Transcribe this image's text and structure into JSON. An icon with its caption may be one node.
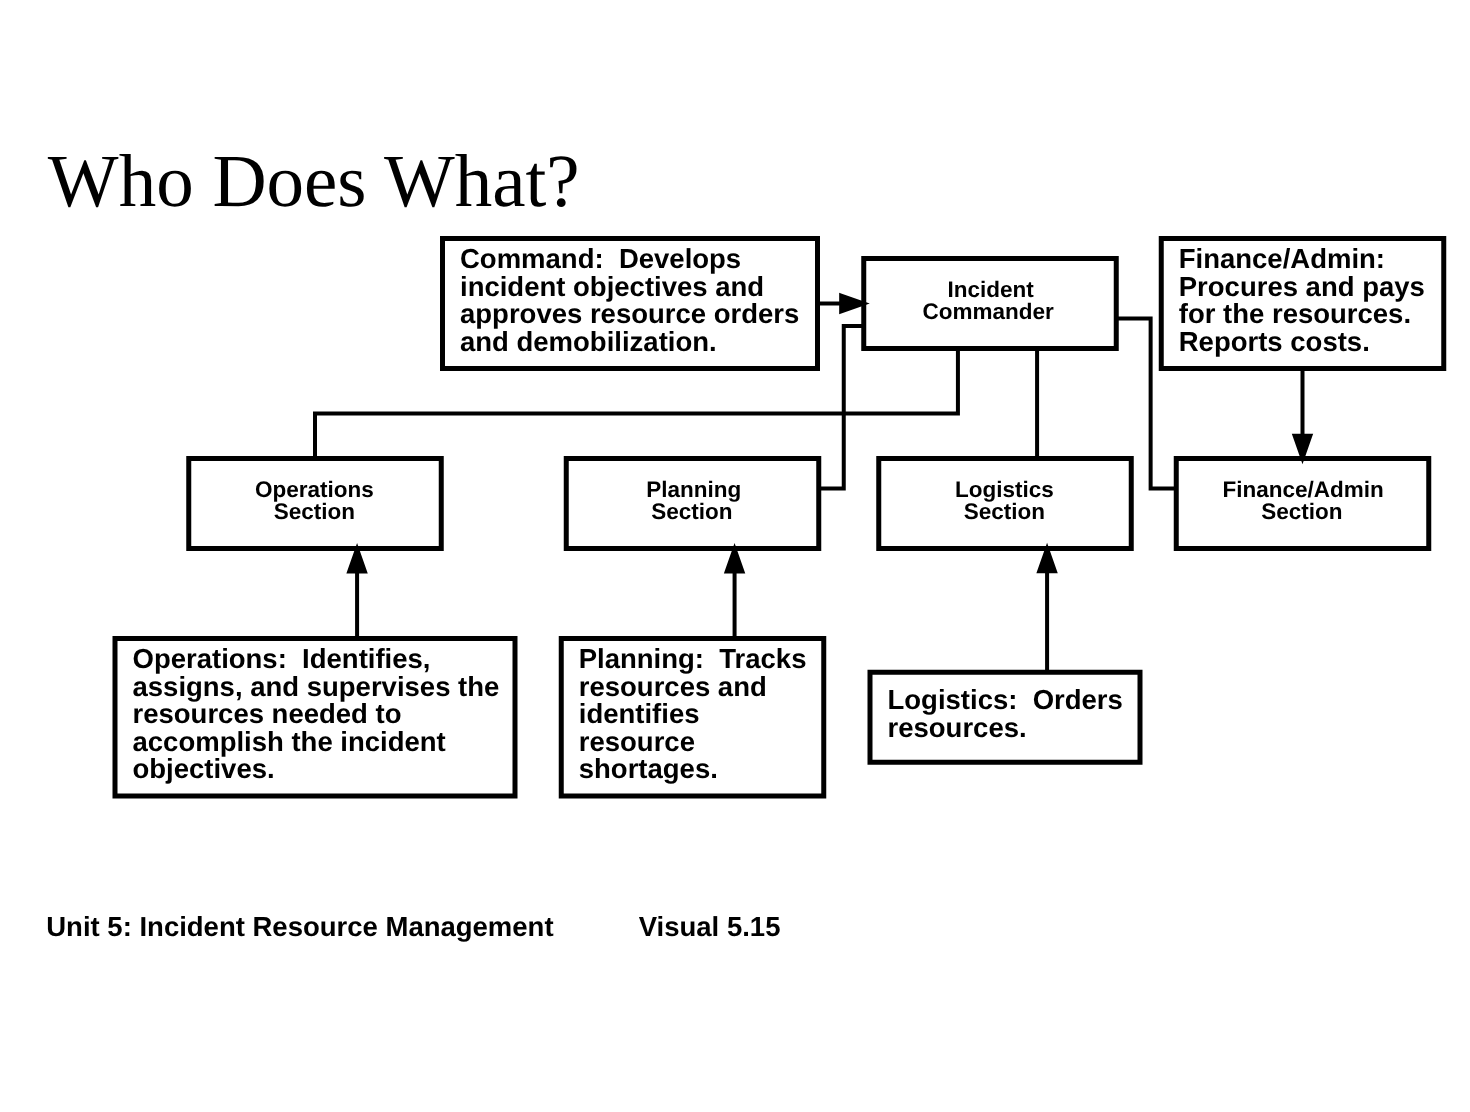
{
  "diagram": {
    "title": "Who Does What?",
    "nodes": [
      {
        "text": [
          "Incident Commander"
        ]
      },
      {
        "text": [
          "Operations Section"
        ]
      },
      {
        "text": [
          "Planning Section"
        ]
      },
      {
        "text": [
          "Logistics Section"
        ]
      },
      {
        "text": [
          "Finance/Admin Section"
        ]
      },
      {
        "text": [
          "Command:  Develops incident objectives and approves resource orders and demobilization."
        ]
      },
      {
        "text": [
          "Finance/Admin: Procures and pays for the resources. Reports costs."
        ]
      },
      {
        "text": [
          "Operations:  Identifies, assigns, and supervises the resources needed to accomplish the incident objectives."
        ]
      },
      {
        "text": [
          "Planning:  Tracks resources and identifies resource shortages."
        ]
      },
      {
        "text": [
          "Logistics:  Orders resources."
        ]
      }
    ],
    "edges": [
      {
        "from": 0,
        "to": 1,
        "arrow": "none"
      },
      {
        "from": 0,
        "to": 2,
        "arrow": "none"
      },
      {
        "from": 0,
        "to": 3,
        "arrow": "none"
      },
      {
        "from": 0,
        "to": 4,
        "arrow": "none"
      },
      {
        "from": 5,
        "to": 0,
        "arrow": "to"
      },
      {
        "from": 6,
        "to": 4,
        "arrow": "to"
      },
      {
        "from": 7,
        "to": 1,
        "arrow": "to"
      },
      {
        "from": 8,
        "to": 2,
        "arrow": "to"
      },
      {
        "from": 9,
        "to": 3,
        "arrow": "to"
      }
    ],
    "labels": [
      "Unit 5: Incident Resource Management",
      "Visual 5.15"
    ]
  }
}
